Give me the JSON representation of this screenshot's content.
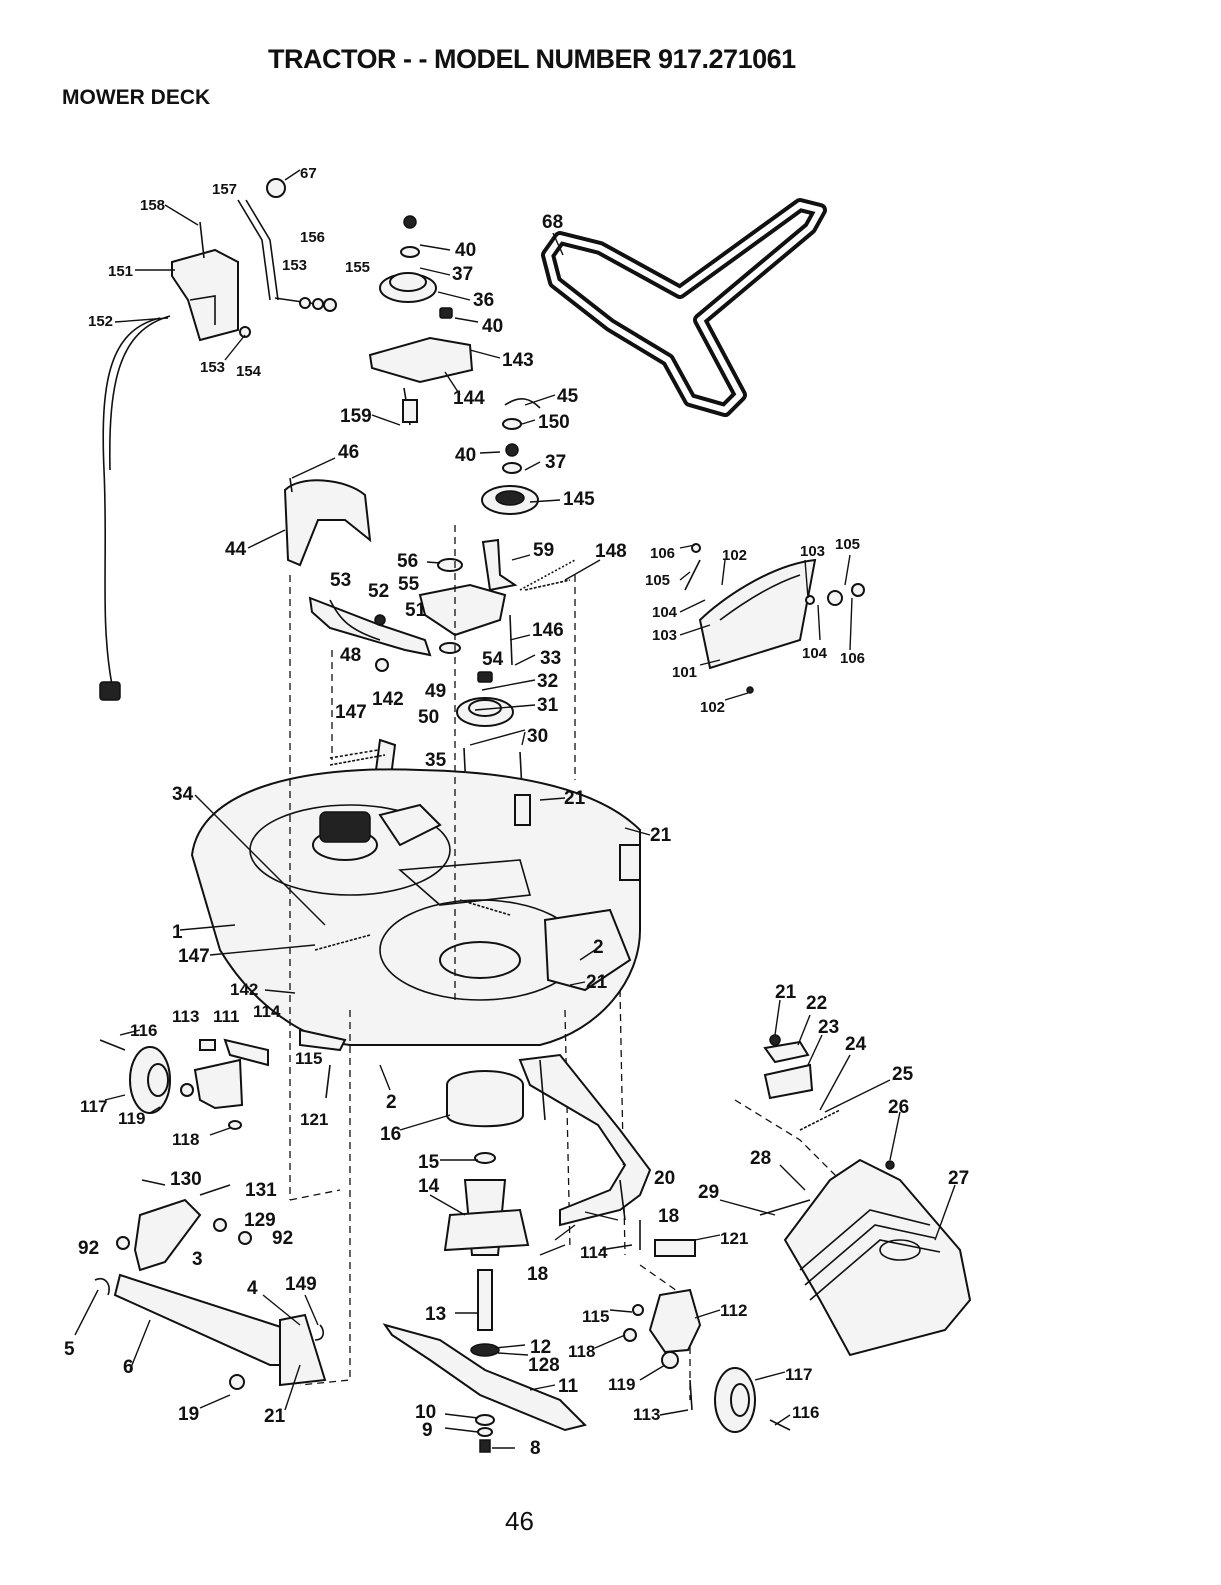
{
  "header": {
    "title": "TRACTOR - - MODEL NUMBER 917.271061",
    "section": "MOWER DECK"
  },
  "footer": {
    "page_number": "46"
  },
  "callouts": {
    "c158": "158",
    "c157": "157",
    "c67": "67",
    "c156": "156",
    "c151": "151",
    "c153a": "153",
    "c155": "155",
    "c152": "152",
    "c153b": "153",
    "c154": "154",
    "c40a": "40",
    "c37a": "37",
    "c36": "36",
    "c40b": "40",
    "c143": "143",
    "c144": "144",
    "c159": "159",
    "c68": "68",
    "c45": "45",
    "c150": "150",
    "c40c": "40",
    "c37b": "37",
    "c145": "145",
    "c46": "46",
    "c44": "44",
    "c56": "56",
    "c59": "59",
    "c148": "148",
    "c53": "53",
    "c52": "52",
    "c55": "55",
    "c51": "51",
    "c146": "146",
    "c33": "33",
    "c48": "48",
    "c54": "54",
    "c32": "32",
    "c49": "49",
    "c142a": "142",
    "c147a": "147",
    "c50": "50",
    "c31": "31",
    "c30": "30",
    "c35": "35",
    "c106a": "106",
    "c102a": "102",
    "c103a": "103",
    "c105a": "105",
    "c105b": "105",
    "c104a": "104",
    "c103b": "103",
    "c104b": "104",
    "c106b": "106",
    "c101": "101",
    "c102b": "102",
    "c34": "34",
    "c21a": "21",
    "c21b": "21",
    "c1": "1",
    "c147b": "147",
    "c2a": "2",
    "c21c": "21",
    "c142b": "142",
    "c116a": "116",
    "c113a": "113",
    "c111": "111",
    "c114a": "114",
    "c115a": "115",
    "c117a": "117",
    "c119a": "119",
    "c121a": "121",
    "c2b": "2",
    "c118a": "118",
    "c16": "16",
    "c21d": "21",
    "c22": "22",
    "c23": "23",
    "c24": "24",
    "c25": "25",
    "c26": "26",
    "c130": "130",
    "c131": "131",
    "c129": "129",
    "c92a": "92",
    "c92b": "92",
    "c3": "3",
    "c15": "15",
    "c14": "14",
    "c20": "20",
    "c28": "28",
    "c29": "29",
    "c27": "27",
    "c18a": "18",
    "c18b": "18",
    "c114b": "114",
    "c121b": "121",
    "c4": "4",
    "c149": "149",
    "c5": "5",
    "c6": "6",
    "c13": "13",
    "c12": "12",
    "c128": "128",
    "c115b": "115",
    "c118b": "118",
    "c112": "112",
    "c119b": "119",
    "c117b": "117",
    "c11": "11",
    "c19": "19",
    "c21e": "21",
    "c10": "10",
    "c9": "9",
    "c8": "8",
    "c113b": "113",
    "c116b": "116"
  },
  "colors": {
    "ink": "#111111",
    "paper": "#ffffff"
  }
}
